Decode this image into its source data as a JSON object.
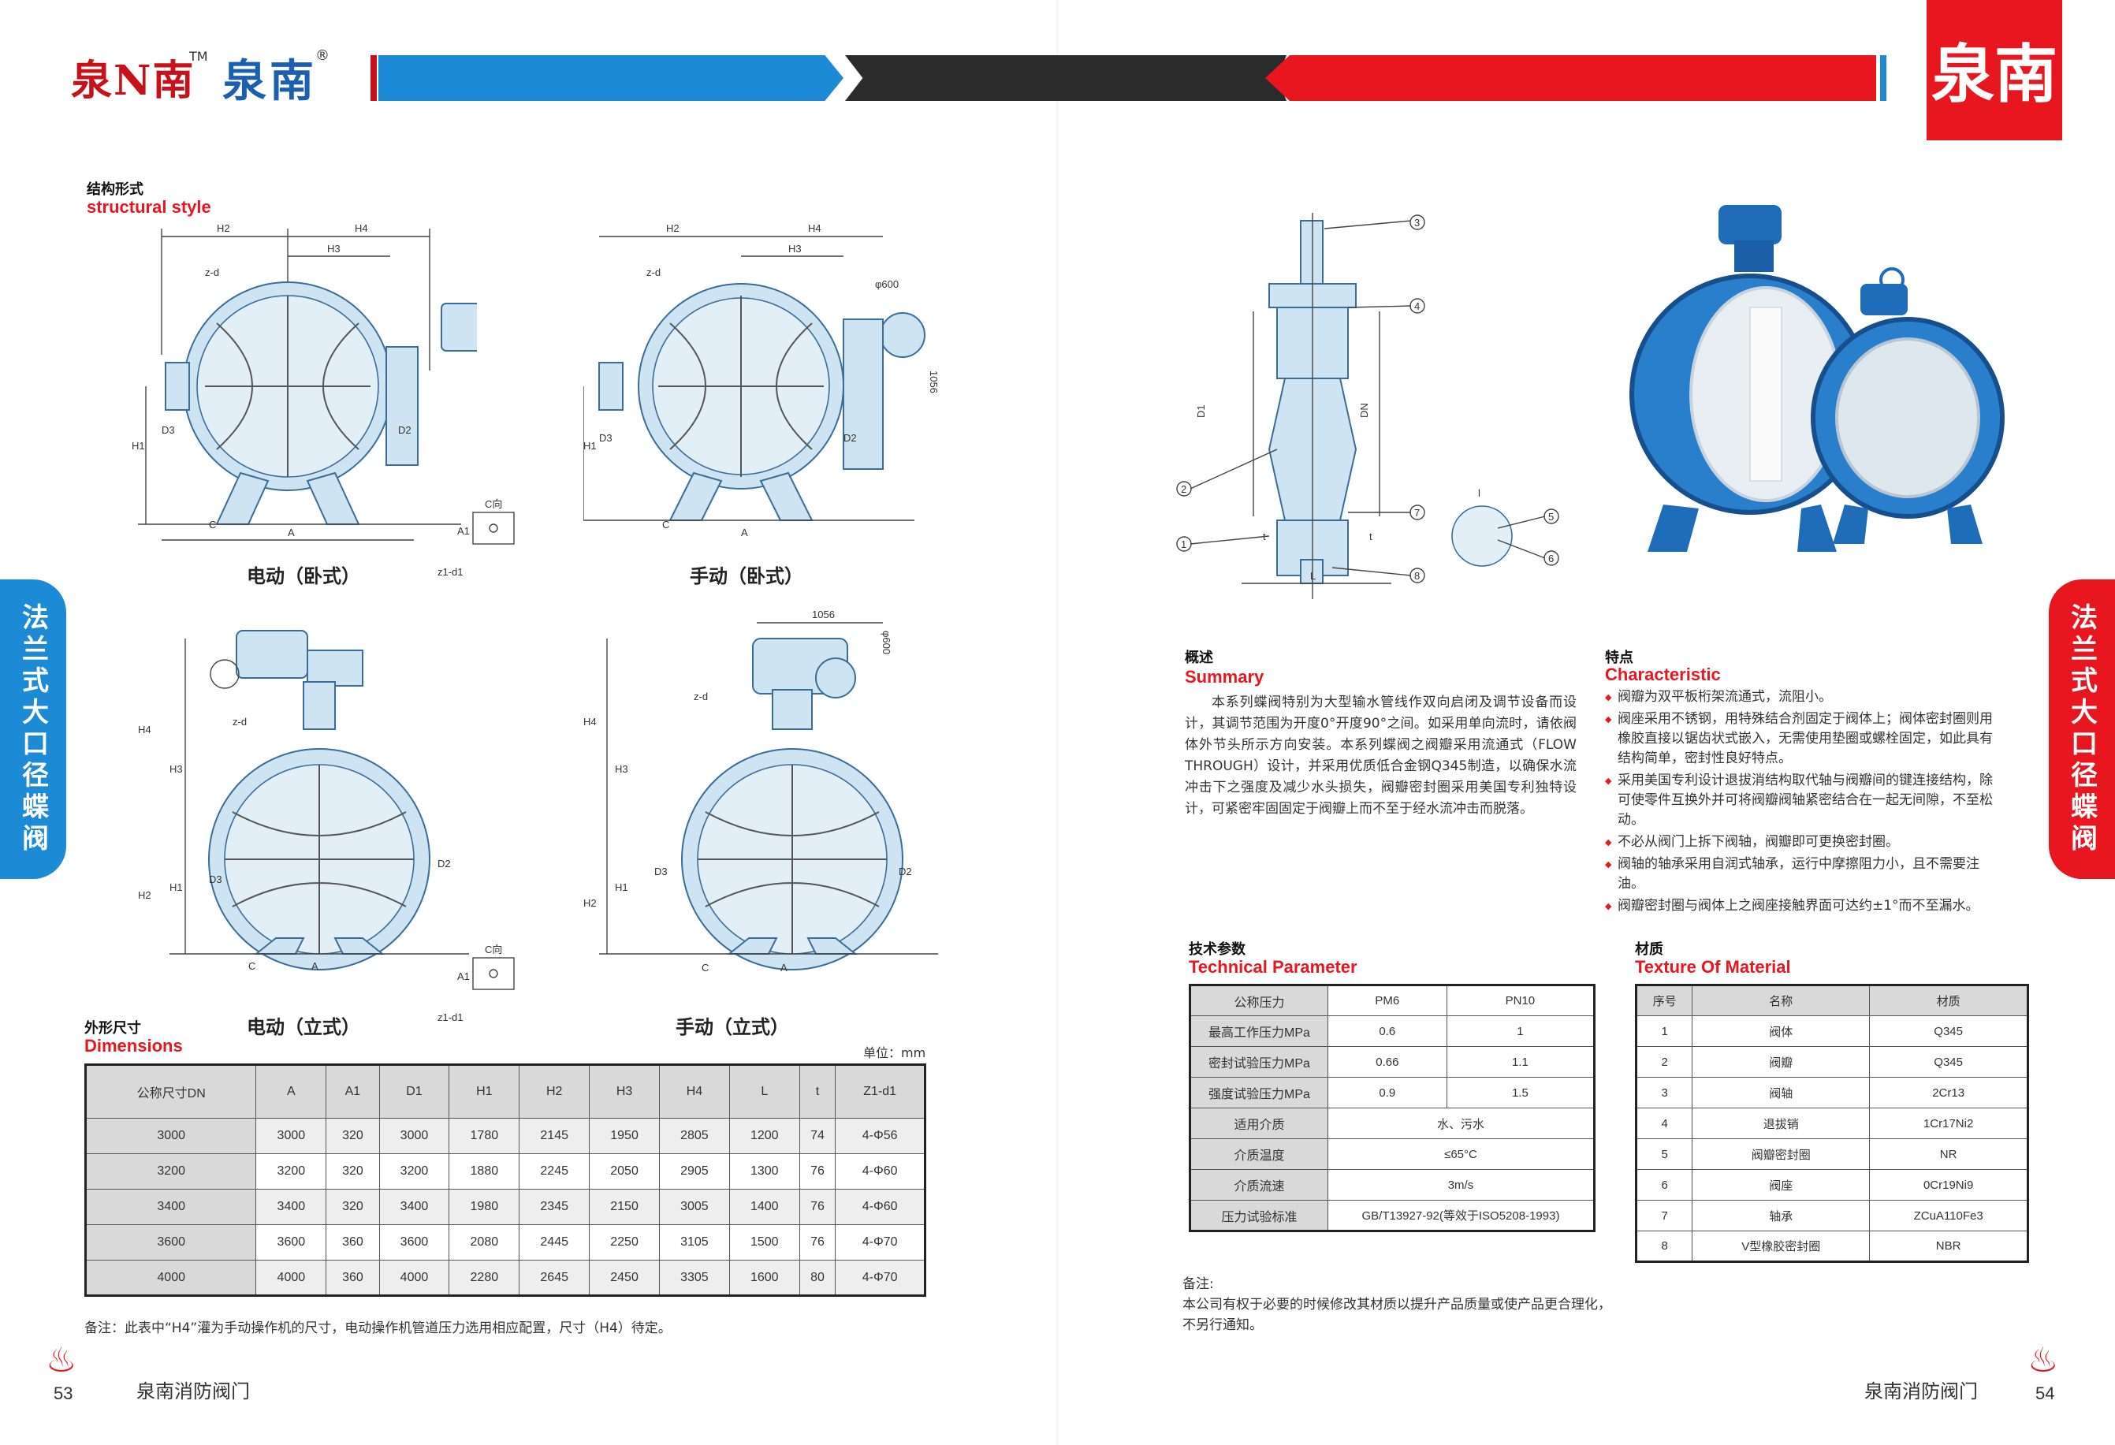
{
  "header": {
    "logo_text": "泉N南",
    "logo_tm": "TM",
    "brand_name": "泉南",
    "brand_reg": "®",
    "stamp_text": "泉南"
  },
  "side_tab_text": "法兰式大口径蝶阀",
  "structural": {
    "title_cn": "结构形式",
    "title_en": "structural style",
    "captions": [
      "电动（卧式）",
      "手动（卧式）",
      "电动（立式）",
      "手动（立式）"
    ],
    "dim_labels": {
      "H1": "H1",
      "H2": "H2",
      "H3": "H3",
      "H4": "H4",
      "A": "A",
      "C": "C",
      "D2": "D2",
      "D3": "D3",
      "zd": "z-d",
      "z1d1": "z1-d1",
      "A1": "A1",
      "cdir": "C向",
      "phi600": "φ600",
      "v1056": "1056"
    }
  },
  "dimensions": {
    "title_cn": "外形尺寸",
    "title_en": "Dimensions",
    "unit": "单位：mm",
    "columns": [
      "公称尺寸DN",
      "A",
      "A1",
      "D1",
      "H1",
      "H2",
      "H3",
      "H4",
      "L",
      "t",
      "Z1-d1"
    ],
    "rows": [
      [
        "3000",
        "3000",
        "320",
        "3000",
        "1780",
        "2145",
        "1950",
        "2805",
        "1200",
        "74",
        "4-Φ56"
      ],
      [
        "3200",
        "3200",
        "320",
        "3200",
        "1880",
        "2245",
        "2050",
        "2905",
        "1300",
        "76",
        "4-Φ60"
      ],
      [
        "3400",
        "3400",
        "320",
        "3400",
        "1980",
        "2345",
        "2150",
        "3005",
        "1400",
        "76",
        "4-Φ60"
      ],
      [
        "3600",
        "3600",
        "360",
        "3600",
        "2080",
        "2445",
        "2250",
        "3105",
        "1500",
        "76",
        "4-Φ70"
      ],
      [
        "4000",
        "4000",
        "360",
        "4000",
        "2280",
        "2645",
        "2450",
        "3305",
        "1600",
        "80",
        "4-Φ70"
      ]
    ],
    "note": "备注：此表中“H4”灌为手动操作机的尺寸，电动操作机管道压力选用相应配置，尺寸（H4）待定。"
  },
  "section_drawing": {
    "labels": [
      "D1",
      "DN",
      "L",
      "t",
      "t",
      "l"
    ],
    "callouts": [
      "1",
      "2",
      "3",
      "4",
      "5",
      "6",
      "7",
      "8"
    ]
  },
  "summary": {
    "title_cn": "概述",
    "title_en": "Summary",
    "text": "本系列蝶阀特别为大型输水管线作双向启闭及调节设备而设计，其调节范围为开度0°开度90°之间。如采用单向流时，请依阀体外节头所示方向安装。本系列蝶阀之阀瓣采用流通式（FLOW THROUGH）设计，并采用优质低合金钢Q345制造，以确保水流冲击下之强度及减少水头损失，阀瓣密封圈采用美国专利独特设计，可紧密牢固固定于阀瓣上而不至于经水流冲击而脱落。"
  },
  "characteristic": {
    "title_cn": "特点",
    "title_en": "Characteristic",
    "items": [
      "阀瓣为双平板桁架流通式，流阻小。",
      "阀座采用不锈钢，用特殊结合剂固定于阀体上；阀体密封圈则用橡胶直接以锯齿状式嵌入，无需使用垫圈或螺栓固定，如此具有结构简单，密封性良好特点。",
      "采用美国专利设计退拔消结构取代轴与阀瓣间的键连接结构，除可使零件互换外并可将阀瓣阀轴紧密结合在一起无间隙，不至松动。",
      "不必从阀门上拆下阀轴，阀瓣即可更换密封圈。",
      "阀轴的轴承采用自润式轴承，运行中摩擦阻力小，且不需要注油。",
      "阀瓣密封圈与阀体上之阀座接触界面可达约±1°而不至漏水。"
    ]
  },
  "technical": {
    "title_cn": "技术参数",
    "title_en": "Technical Parameter",
    "header": [
      "公称压力",
      "PM6",
      "PN10"
    ],
    "rows": [
      [
        "最高工作压力MPa",
        "0.6",
        "1"
      ],
      [
        "密封试验压力MPa",
        "0.66",
        "1.1"
      ],
      [
        "强度试验压力MPa",
        "0.9",
        "1.5"
      ]
    ],
    "merged_rows": [
      [
        "适用介质",
        "水、污水"
      ],
      [
        "介质温度",
        "≤65°C"
      ],
      [
        "介质流速",
        "3m/s"
      ],
      [
        "压力试验标准",
        "GB/T13927-92(等效于ISO5208-1993)"
      ]
    ]
  },
  "material": {
    "title_cn": "材质",
    "title_en": "Texture Of Material",
    "header": [
      "序号",
      "名称",
      "材质"
    ],
    "rows": [
      [
        "1",
        "阀体",
        "Q345"
      ],
      [
        "2",
        "阀瓣",
        "Q345"
      ],
      [
        "3",
        "阀轴",
        "2Cr13"
      ],
      [
        "4",
        "退拔销",
        "1Cr17Ni2"
      ],
      [
        "5",
        "阀瓣密封圈",
        "NR"
      ],
      [
        "6",
        "阀座",
        "0Cr19Ni9"
      ],
      [
        "7",
        "轴承",
        "ZCuA110Fe3"
      ],
      [
        "8",
        "V型橡胶密封圈",
        "NBR"
      ]
    ]
  },
  "remark": {
    "title": "备注:",
    "text": "本公司有权于必要的时候修改其材质以提升产品质量或使产品更合理化，不另行通知。"
  },
  "footer": {
    "left_page": "53",
    "right_page": "54",
    "company": "泉南消防阀门"
  },
  "colors": {
    "blue": "#1d8ad6",
    "red": "#e8161e",
    "dark": "#2b2b2b"
  }
}
